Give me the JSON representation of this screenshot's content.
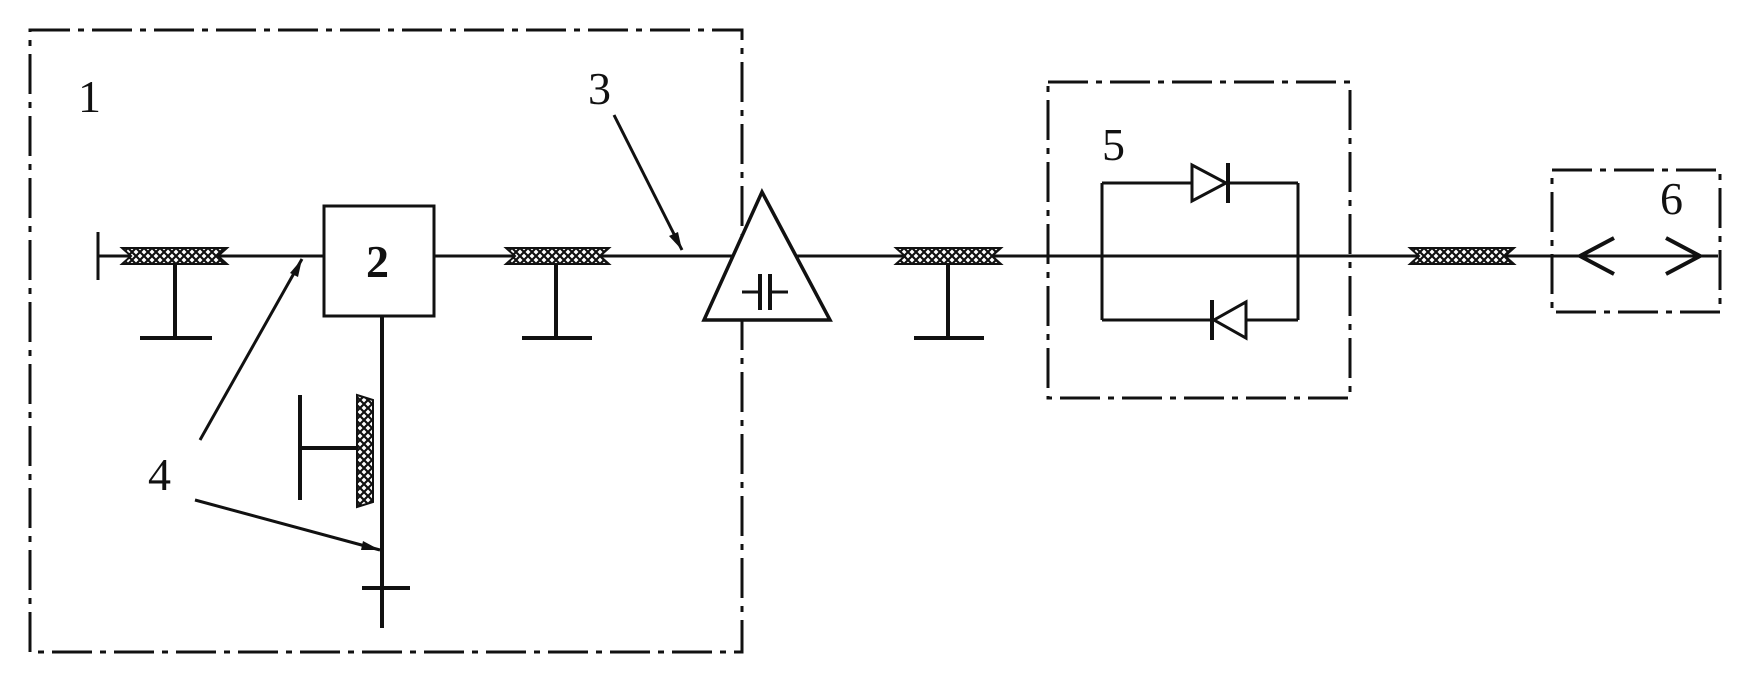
{
  "labels": {
    "block1": "1",
    "block2": "2",
    "callout3": "3",
    "callout4": "4",
    "block5": "5",
    "block6": "6"
  },
  "colors": {
    "ink": "#111111",
    "background": "#ffffff"
  },
  "icons": {
    "capacitor": "capacitor-icon",
    "diode_forward": "diode-forward-icon",
    "diode_reverse": "diode-reverse-icon",
    "bidirectional_arrow": "double-arrow-icon",
    "ground_symbol": "ground-icon",
    "insulator_hatch": "insulator-icon"
  }
}
